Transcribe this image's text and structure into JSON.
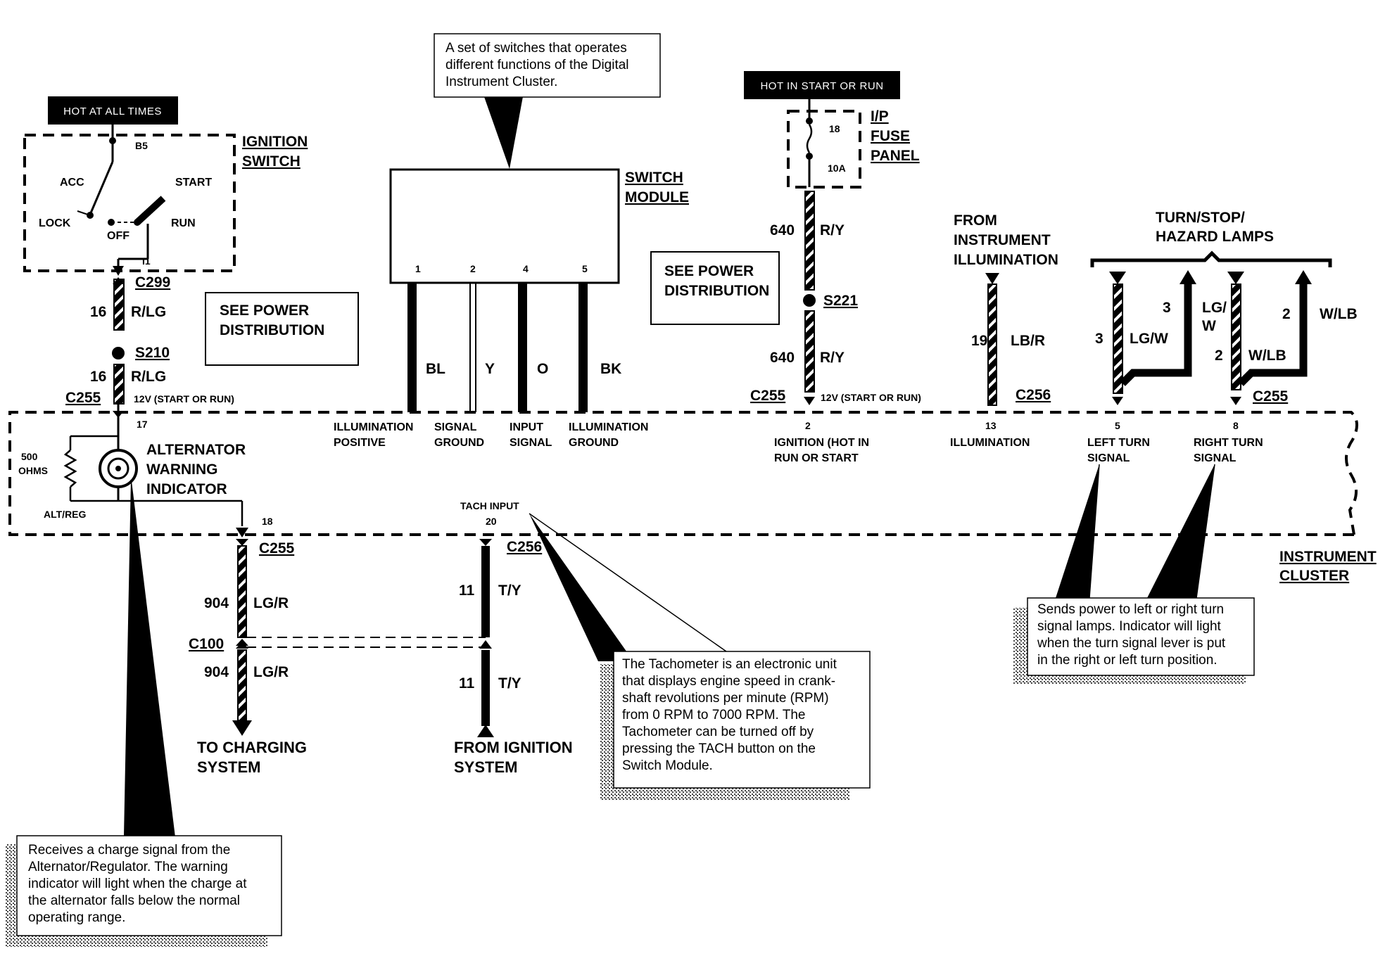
{
  "headers": {
    "hot_at_all_times": "HOT AT ALL TIMES",
    "hot_in_start_or_run": "HOT IN START OR RUN"
  },
  "ignition_switch": {
    "title_1": "IGNITION",
    "title_2": "SWITCH",
    "b5": "B5",
    "acc": "ACC",
    "start": "START",
    "lock": "LOCK",
    "off": "OFF",
    "run": "RUN",
    "i1": "I1"
  },
  "switch_module": {
    "title_1": "SWITCH",
    "title_2": "MODULE",
    "pins": [
      "1",
      "2",
      "4",
      "5"
    ],
    "wire_colors": [
      "BL",
      "Y",
      "O",
      "BK"
    ],
    "pin_labels_1": [
      "ILLUMINATION",
      "SIGNAL",
      "INPUT",
      "ILLUMINATION"
    ],
    "pin_labels_2": [
      "POSITIVE",
      "GROUND",
      "SIGNAL",
      "GROUND"
    ]
  },
  "fuse_panel": {
    "title_1": "I/P",
    "title_2": "FUSE",
    "title_3": "PANEL",
    "fuse_number": "18",
    "fuse_rating": "10A"
  },
  "see_power_distribution": {
    "line_1": "SEE POWER",
    "line_2": "DISTRIBUTION"
  },
  "left_circuit": {
    "c299": "C299",
    "gauge_1": "16",
    "color_1": "R/LG",
    "s210": "S210",
    "gauge_2": "16",
    "color_2": "R/LG",
    "c255": "C255",
    "supply": "12V (START OR RUN)",
    "pin_17": "17"
  },
  "ignition_circuit": {
    "circuit_1": "640",
    "color_1": "R/Y",
    "s221": "S221",
    "circuit_2": "640",
    "color_2": "R/Y",
    "c255": "C255",
    "supply": "12V (START OR RUN)",
    "pin": "2",
    "pin_label_1": "IGNITION (HOT IN",
    "pin_label_2": "RUN OR START"
  },
  "illumination": {
    "from_1": "FROM",
    "from_2": "INSTRUMENT",
    "from_3": "ILLUMINATION",
    "circuit": "19",
    "color": "LB/R",
    "c256": "C256",
    "pin": "13",
    "pin_label": "ILLUMINATION"
  },
  "turn_lamps": {
    "title_1": "TURN/STOP/",
    "title_2": "HAZARD LAMPS",
    "left_circuit_a": "3",
    "left_color_a": "LG/W",
    "left_circuit_b": "3",
    "left_color_b_1": "LG/",
    "left_color_b_2": "W",
    "right_circuit_a": "2",
    "right_color_a": "W/LB",
    "right_circuit_b": "2",
    "right_color_b": "W/LB",
    "c255": "C255",
    "left_pin": "5",
    "left_label_1": "LEFT TURN",
    "left_label_2": "SIGNAL",
    "right_pin": "8",
    "right_label_1": "RIGHT TURN",
    "right_label_2": "SIGNAL"
  },
  "cluster": {
    "resistor_1": "500",
    "resistor_2": "OHMS",
    "alt_reg": "ALT/REG",
    "indicator_1": "ALTERNATOR",
    "indicator_2": "WARNING",
    "indicator_3": "INDICATOR",
    "pin_18": "18",
    "tach_input": "TACH INPUT",
    "pin_20": "20",
    "title_1": "INSTRUMENT",
    "title_2": "CLUSTER"
  },
  "charging": {
    "c255": "C255",
    "circuit_1": "904",
    "color_1": "LG/R",
    "c100": "C100",
    "circuit_2": "904",
    "color_2": "LG/R",
    "to_1": "TO CHARGING",
    "to_2": "SYSTEM"
  },
  "tach": {
    "c256": "C256",
    "circuit_1": "11",
    "color_1": "T/Y",
    "circuit_2": "11",
    "color_2": "T/Y",
    "from_1": "FROM IGNITION",
    "from_2": "SYSTEM"
  },
  "callouts": {
    "switches": [
      "A set of switches that operates",
      "different functions of the Digital",
      "Instrument Cluster."
    ],
    "alternator": [
      "Receives a charge signal from the",
      "Alternator/Regulator.  The warning",
      "indicator will light when the charge at",
      "the alternator falls below the normal",
      "operating range."
    ],
    "tachometer": [
      "The Tachometer is an electronic unit",
      "that displays engine speed in crank-",
      "shaft revolutions per minute (RPM)",
      "from 0 RPM to 7000 RPM.  The",
      "Tachometer can be turned off by",
      "pressing the TACH button on the",
      "Switch Module."
    ],
    "turn_signal": [
      "Sends power to left or right turn",
      "signal lamps. Indicator will light",
      "when the turn signal lever is put",
      "in the right or left turn position."
    ]
  }
}
